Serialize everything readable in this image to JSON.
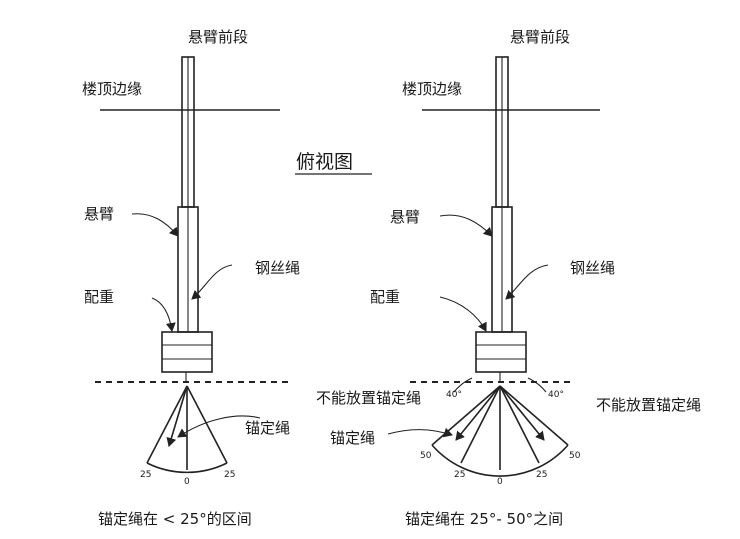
{
  "center_label": "俯视图",
  "left": {
    "top_label": "悬臂前段",
    "roof_edge_label": "楼顶边缘",
    "arm_label": "悬臂",
    "cable_label": "钢丝绳",
    "counterweight_label": "配重",
    "anchor_label": "锚定绳",
    "tick_left": "25",
    "tick_center": "0",
    "tick_right": "25",
    "caption": "锚定绳在 < 25°的区间"
  },
  "right": {
    "top_label": "悬臂前段",
    "roof_edge_label": "楼顶边缘",
    "arm_label": "悬臂",
    "cable_label": "钢丝绳",
    "counterweight_label": "配重",
    "no_place_left_label": "不能放置锚定绳",
    "no_place_right_label": "不能放置锚定绳",
    "anchor_label": "锚定绳",
    "angle_left": "40°",
    "angle_right": "40°",
    "tick_far_left": "50",
    "tick_left": "25",
    "tick_center": "0",
    "tick_right": "25",
    "tick_far_right": "50",
    "caption": "锚定绳在 25°- 50°之间"
  }
}
